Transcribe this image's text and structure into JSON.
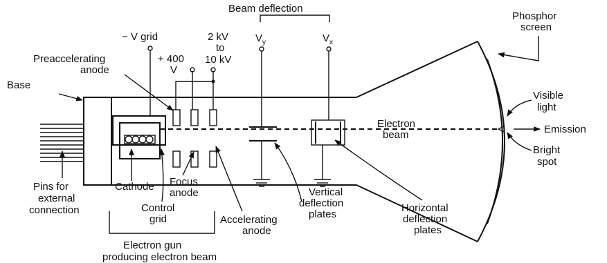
{
  "diagram": {
    "labels": {
      "beam_deflection": "Beam deflection",
      "neg_v_grid": "− V grid",
      "two_kv": "2 kV",
      "to": "to",
      "ten_kv": "10 kV",
      "vy_main": "V",
      "vy_sub": "y",
      "vx_main": "V",
      "vx_sub": "x",
      "phosphor": "Phosphor",
      "screen": "screen",
      "preaccel_1": "Preaccelerating",
      "preaccel_2": "anode",
      "plus400": "+ 400",
      "volt": "V",
      "base": "Base",
      "visible": "Visible",
      "light": "light",
      "electron": "Electron",
      "beam": "beam",
      "emission": "Emission",
      "bright": "Bright",
      "spot": "spot",
      "pins_1": "Pins for",
      "pins_2": "external",
      "pins_3": "connection",
      "cathode": "Cathode",
      "focus_1": "Focus",
      "focus_2": "anode",
      "control_1": "Control",
      "control_2": "grid",
      "accel_1": "Accelerating",
      "accel_2": "anode",
      "vert_1": "Vertical",
      "vert_2": "deflection",
      "vert_3": "plates",
      "horiz_1": "Horizontal",
      "horiz_2": "deflection",
      "horiz_3": "plates",
      "gun_1": "Electron gun",
      "gun_2": "producing electron beam"
    }
  }
}
